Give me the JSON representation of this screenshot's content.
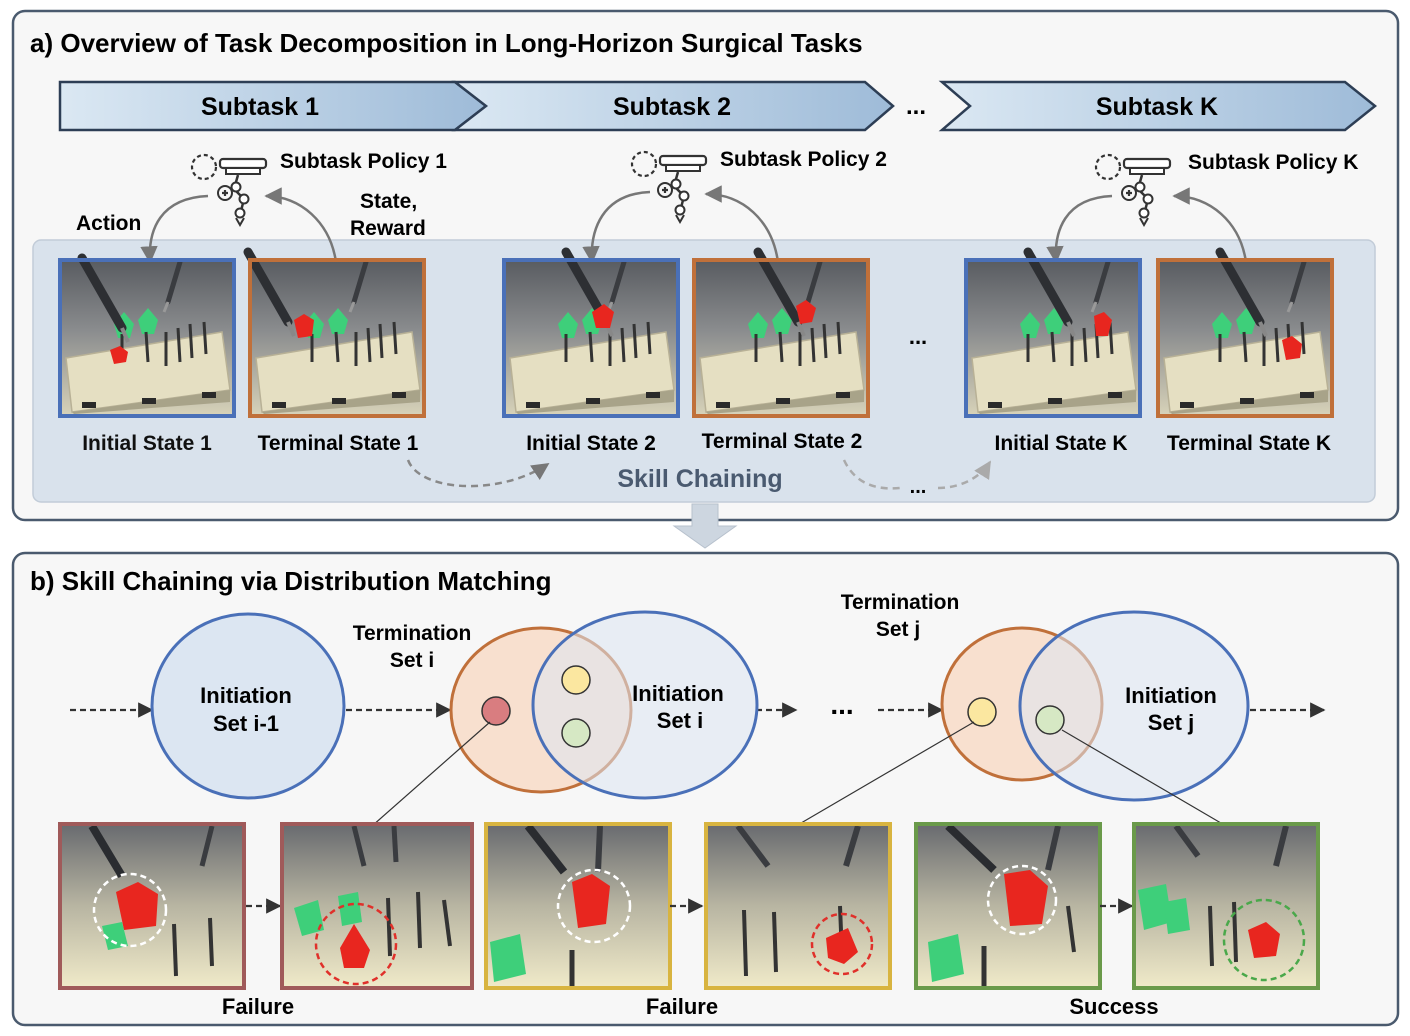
{
  "panel_a": {
    "title": "a) Overview of Task Decomposition in Long-Horizon Surgical Tasks",
    "subtasks": [
      "Subtask 1",
      "Subtask 2",
      "Subtask K"
    ],
    "subtask_ellipsis": "...",
    "policies": [
      "Subtask Policy 1",
      "Subtask Policy 2",
      "Subtask Policy K"
    ],
    "action_label": "Action",
    "state_reward_label_1": "State,",
    "state_reward_label_2": "Reward",
    "state_labels": [
      "Initial State 1",
      "Terminal State 1",
      "Initial State 2",
      "Terminal State 2",
      "Initial State K",
      "Terminal State K"
    ],
    "state_ellipsis": "...",
    "skill_chaining_label": "Skill Chaining",
    "chain_ellipsis": "..."
  },
  "panel_b": {
    "title": "b) Skill Chaining via Distribution Matching",
    "initiation_prev": [
      "Initiation",
      "Set i-1"
    ],
    "termination_i": [
      "Termination",
      "Set i"
    ],
    "initiation_i": [
      "Initiation",
      "Set i"
    ],
    "termination_j": [
      "Termination",
      "Set j"
    ],
    "initiation_j": [
      "Initiation",
      "Set j"
    ],
    "middle_ellipsis": "...",
    "outcomes": [
      "Failure",
      "Failure",
      "Success"
    ]
  },
  "colors": {
    "blue_frame": "#4a70b8",
    "orange_frame": "#c0703a",
    "red_frame": "#a05a5a",
    "yellow_frame": "#d8b440",
    "green_frame": "#6a9a4a",
    "panel_border": "#4a5a6e"
  }
}
